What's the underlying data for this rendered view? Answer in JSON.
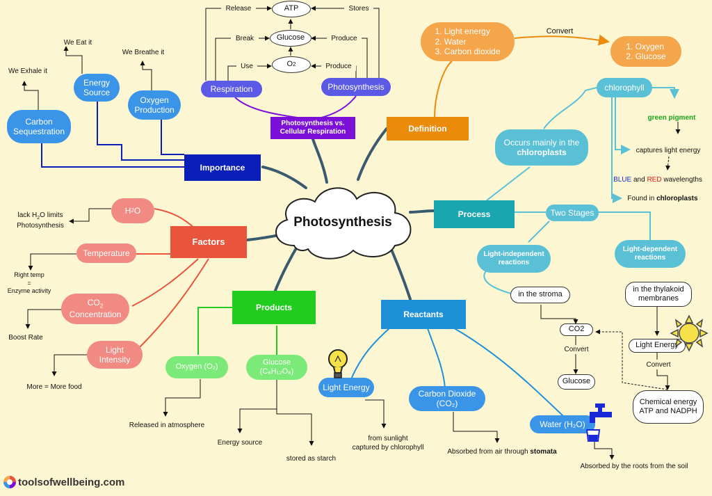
{
  "center": "Photosynthesis",
  "importance": {
    "label": "Importance",
    "carbon": "Carbon\nSequestration",
    "energy": "Energy\nSource",
    "oxygen": "Oxygen\nProduction",
    "exhale": "We Exhale it",
    "eat": "We Eat it",
    "breathe": "We Breathe it"
  },
  "vs": {
    "label": "Photosynthesis vs.\nCellular Respiration",
    "respiration": "Respiration",
    "photosynthesis": "Photosynthesis",
    "atp": "ATP",
    "glucose": "Glucose",
    "o2": "O",
    "o2_sub": "2",
    "release": "Release",
    "break": "Break",
    "use": "Use",
    "stores": "Stores",
    "produce1": "Produce",
    "produce2": "Produce"
  },
  "definition": {
    "label": "Definition",
    "inputs": "1. Light energy\n2. Water\n3. Carbon dioxide",
    "convert": "Convert",
    "outputs": "1. Oxygen\n2. Glucose"
  },
  "process": {
    "label": "Process",
    "occurs_pre": "Occurs mainly in the",
    "occurs_bold": "chloroplasts",
    "chlorophyll": "chlorophyll",
    "green": "green pigment",
    "captures": "captures light energy",
    "blue": "BLUE",
    "and": " and ",
    "red": "RED",
    "wavelengths": " wavelengths",
    "found_pre": "Found in ",
    "found_bold": "chloroplasts",
    "two_stages": "Two Stages",
    "lir": "Light-independent\nreactions",
    "ldr": "Light-dependent\nreactions",
    "stroma": "in the stroma",
    "thylakoid": "in the thylakoid\nmembranes",
    "co2": "CO2",
    "convert1": "Convert",
    "glucose": "Glucose",
    "light_energy": "Light Energy",
    "convert2": "Convert",
    "chem": "Chemical energy\nATP and NADPH"
  },
  "factors": {
    "label": "Factors",
    "h2o": "H",
    "h2o_sub": "2",
    "h2o_end": "O",
    "h2o_note_a": "lack H",
    "h2o_note_sub": "2",
    "h2o_note_b": "O limits\nPhotosynthesis",
    "temp": "Temperature",
    "temp_note": "Right temp\n=\nEnzyme activity",
    "co2_a": "CO",
    "co2_sub": "2",
    "co2_b": "Concentration",
    "co2_note": "Boost Rate",
    "light": "Light\nIntensity",
    "light_note": "More = More food"
  },
  "products": {
    "label": "Products",
    "oxygen": "Oxygen (O₂)",
    "glucose": "Glucose\n(C₆H₁₂O₆)",
    "released": "Released in atmosphere",
    "energy": "Energy source",
    "starch": "stored as starch"
  },
  "reactants": {
    "label": "Reactants",
    "light": "Light Energy",
    "co2": "Carbon Dioxide\n(CO₂)",
    "water": "Water (H₂O)",
    "sun_note": "from sunlight\ncaptured by chlorophyll",
    "air_pre": "Absorbed from air through ",
    "air_bold": "stomata",
    "roots": "Absorbed by the roots from the soil"
  },
  "brand": "toolsofwellbeing.com",
  "colors": {
    "importance": "#0a1fb8",
    "vs": "#7c10d8",
    "definition": "#ec8a0c",
    "process": "#1aa6b0",
    "factors": "#e8553c",
    "products": "#22cc1e",
    "reactants": "#1e90d8",
    "stem": "#3a5a6e"
  }
}
